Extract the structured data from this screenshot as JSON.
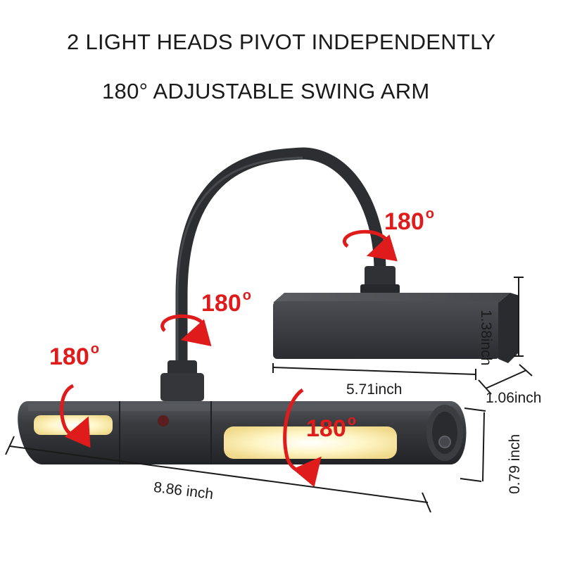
{
  "headlines": {
    "line1": "2 LIGHT HEADS PIVOT INDEPENDENTLY",
    "line2": "180° ADJUSTABLE SWING ARM"
  },
  "rotation_labels": {
    "value": "180",
    "degree_mark": "o"
  },
  "dimensions": {
    "bar_length": "8.86 inch",
    "bar_diameter": "0.79 inch",
    "mount_width": "5.71inch",
    "mount_depth": "1.06inch",
    "mount_height": "1.38inch"
  },
  "colors": {
    "accent_red": "#e01b1b",
    "lamp_body": "#3a3c40",
    "led_glow": "#fff6c8"
  }
}
